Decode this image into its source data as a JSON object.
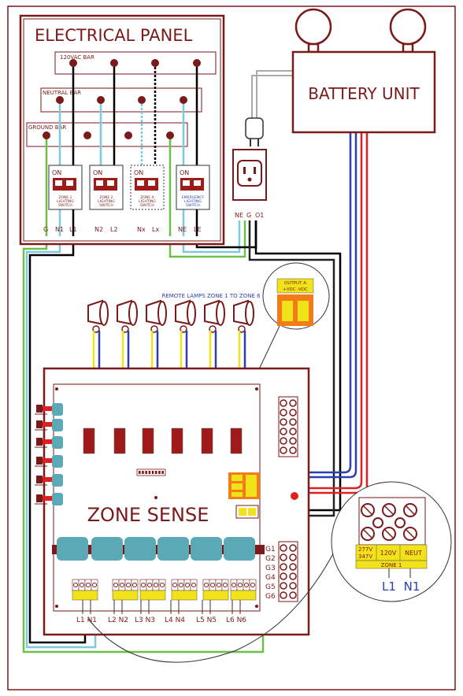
{
  "panel": {
    "title": "ELECTRICAL PANEL",
    "bar_120": "120VAC BAR",
    "bar_neutral": "NEUTRAL BAR",
    "bar_ground": "GROUND BAR",
    "breakers": [
      {
        "state": "ON",
        "line1": "ZONE 1",
        "line2": "LIGHTING",
        "line3": "SWITCH"
      },
      {
        "state": "ON",
        "line1": "ZONE 2",
        "line2": "LIGHTING",
        "line3": "SWITCH"
      },
      {
        "state": "ON",
        "line1": "ZONE X",
        "line2": "LIGHTING",
        "line3": "SWITCH"
      },
      {
        "state": "ON",
        "line1": "EMERGENCY",
        "line2": "LIGHTING",
        "line3": "SWITCH"
      }
    ],
    "terminals": [
      "G",
      "N1",
      "L1",
      "N2",
      "L2",
      "Nx",
      "Lx",
      "NE",
      "LE"
    ]
  },
  "battery": {
    "title": "BATTERY UNIT"
  },
  "outlet": {
    "terminals": [
      "NE",
      "G",
      "O1"
    ]
  },
  "remote_lamps": {
    "label": "REMOTE LAMPS ZONE 1 TO ZONE 6"
  },
  "output_callout": {
    "line1": "OUTPUT A",
    "line2": "+VDC  -VDC"
  },
  "zone_sense": {
    "title": "ZONE SENSE",
    "grounds": [
      "G1",
      "G2",
      "G3",
      "G4",
      "G5",
      "G6"
    ],
    "bottom_labels": [
      "L1 N1",
      "L2 N2",
      "L3 N3",
      "L4 N4",
      "L5 N5",
      "L6 N6"
    ]
  },
  "zoom_callout": {
    "v277": "277V",
    "v347": "347V",
    "v120": "120V",
    "neut": "NEUT",
    "zone": "ZONE 1",
    "l1": "L1",
    "n1": "N1"
  },
  "colors": {
    "frame": "#7a1a1a",
    "hot": "#000000",
    "neutral": "#7fc8e0",
    "ground": "#6cc04a",
    "red_dc": "#e02020",
    "blue_dc": "#2a3fb0",
    "yellow": "#f2e21a",
    "orange": "#f07d1a",
    "teal": "#5aa9b5"
  }
}
